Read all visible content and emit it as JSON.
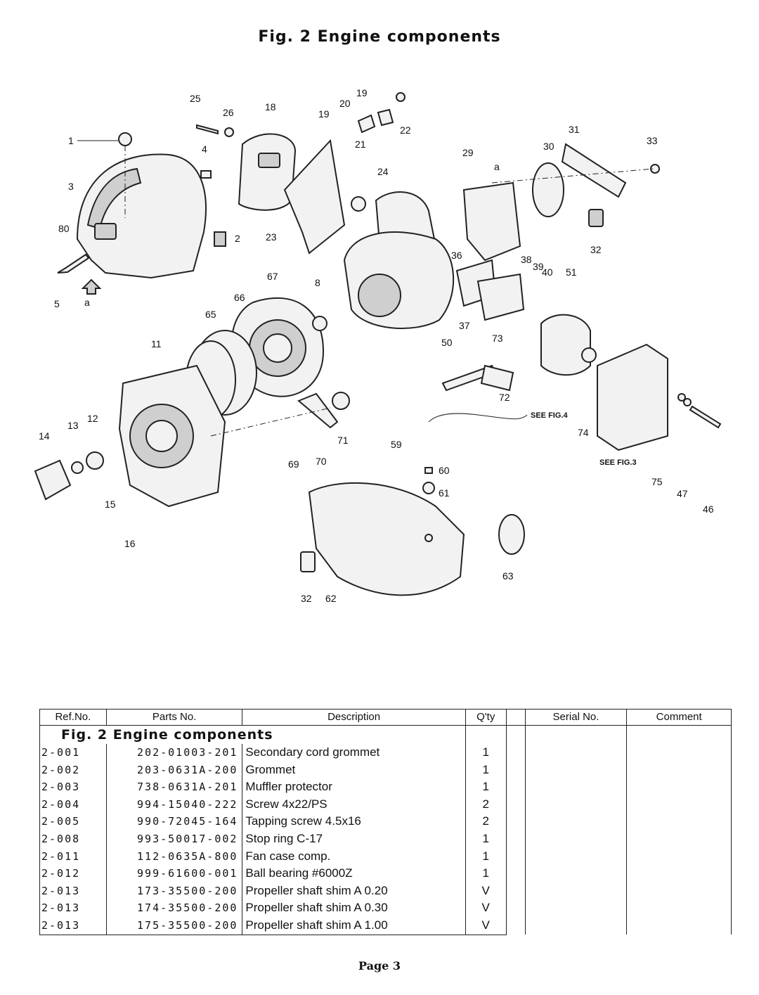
{
  "figure": {
    "title": "Fig. 2  Engine components",
    "callouts": [
      "1",
      "3",
      "80",
      "5",
      "a",
      "25",
      "26",
      "18",
      "4",
      "2",
      "19",
      "20",
      "19",
      "21",
      "22",
      "23",
      "24",
      "29",
      "a",
      "30",
      "31",
      "33",
      "32",
      "36",
      "38",
      "39",
      "40",
      "51",
      "67",
      "8",
      "66",
      "65",
      "37",
      "73",
      "50",
      "11",
      "13",
      "12",
      "14",
      "15",
      "16",
      "69",
      "70",
      "71",
      "72",
      "59",
      "60",
      "61",
      "SEE FIG.4",
      "74",
      "SEE FIG.3",
      "75",
      "47",
      "46",
      "63",
      "32",
      "62"
    ]
  },
  "table": {
    "headers": [
      "Ref.No.",
      "Parts No.",
      "Description",
      "Q'ty",
      "",
      "Serial No.",
      "Comment"
    ],
    "section": "Fig. 2   Engine components",
    "rows": [
      {
        "ref": "2-001",
        "part": "202-01003-201",
        "desc": "Secondary cord grommet",
        "qty": "1"
      },
      {
        "ref": "2-002",
        "part": "203-0631A-200",
        "desc": "Grommet",
        "qty": "1"
      },
      {
        "ref": "2-003",
        "part": "738-0631A-201",
        "desc": "Muffler  protector",
        "qty": "1"
      },
      {
        "ref": "2-004",
        "part": "994-15040-222",
        "desc": "Screw  4x22/PS",
        "qty": "2"
      },
      {
        "ref": "2-005",
        "part": "990-72045-164",
        "desc": "Tapping  screw  4.5x16",
        "qty": "2"
      },
      {
        "ref": "2-008",
        "part": "993-50017-002",
        "desc": "Stop  ring  C-17",
        "qty": "1"
      },
      {
        "ref": "2-011",
        "part": "112-0635A-800",
        "desc": "Fan case comp.",
        "qty": "1"
      },
      {
        "ref": "2-012",
        "part": "999-61600-001",
        "desc": "Ball  bearing  #6000Z",
        "qty": "1"
      },
      {
        "ref": "2-013",
        "part": "173-35500-200",
        "desc": "Propeller  shaft  shim  A  0.20",
        "qty": "V"
      },
      {
        "ref": "2-013",
        "part": "174-35500-200",
        "desc": "Propeller  shaft  shim  A  0.30",
        "qty": "V"
      },
      {
        "ref": "2-013",
        "part": "175-35500-200",
        "desc": "Propeller  shaft  shim  A  1.00",
        "qty": "V"
      }
    ]
  },
  "footer": "Page 3"
}
